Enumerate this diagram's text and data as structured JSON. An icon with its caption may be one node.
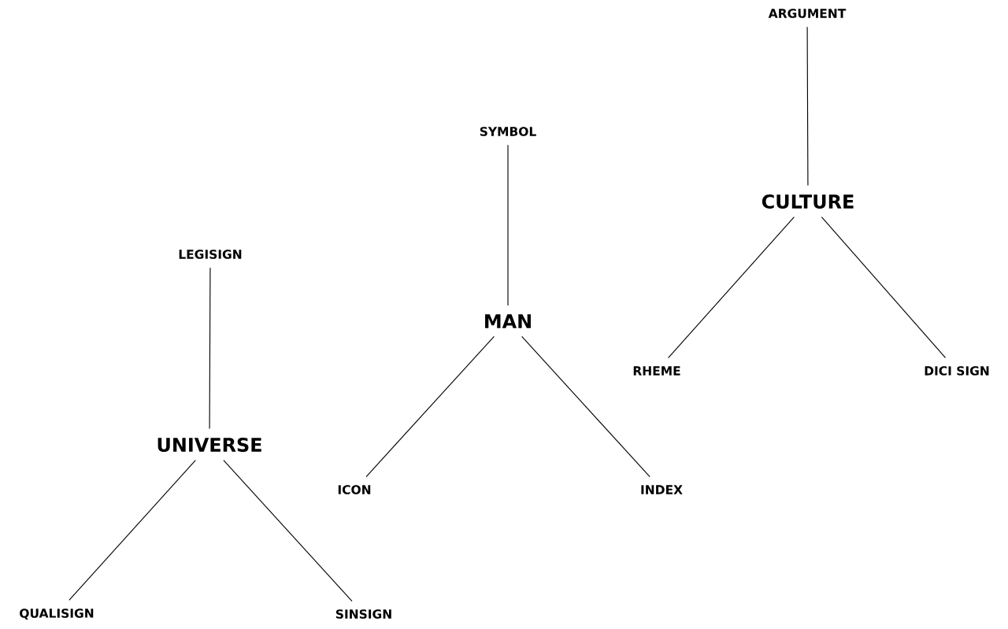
{
  "diagram": {
    "nodes": [
      {
        "text": [
          "ARGUMENT"
        ]
      },
      {
        "text": [
          "SYMBOL"
        ]
      },
      {
        "text": [
          "CULTURE"
        ]
      },
      {
        "text": [
          "LEGISIGN"
        ]
      },
      {
        "text": [
          "MAN"
        ]
      },
      {
        "text": [
          "RHEME"
        ]
      },
      {
        "text": [
          "DICI SIGN"
        ]
      },
      {
        "text": [
          "UNIVERSE"
        ]
      },
      {
        "text": [
          "ICON"
        ]
      },
      {
        "text": [
          "INDEX"
        ]
      },
      {
        "text": [
          "QUALISIGN"
        ]
      },
      {
        "text": [
          "SINSIGN"
        ]
      }
    ],
    "edges": [
      {
        "from": 2,
        "to": 0,
        "arrow": "none"
      },
      {
        "from": 2,
        "to": 5,
        "arrow": "none"
      },
      {
        "from": 2,
        "to": 6,
        "arrow": "none"
      },
      {
        "from": 4,
        "to": 1,
        "arrow": "none"
      },
      {
        "from": 4,
        "to": 8,
        "arrow": "none"
      },
      {
        "from": 4,
        "to": 9,
        "arrow": "none"
      },
      {
        "from": 7,
        "to": 3,
        "arrow": "none"
      },
      {
        "from": 7,
        "to": 10,
        "arrow": "none"
      },
      {
        "from": 7,
        "to": 11,
        "arrow": "none"
      }
    ]
  }
}
